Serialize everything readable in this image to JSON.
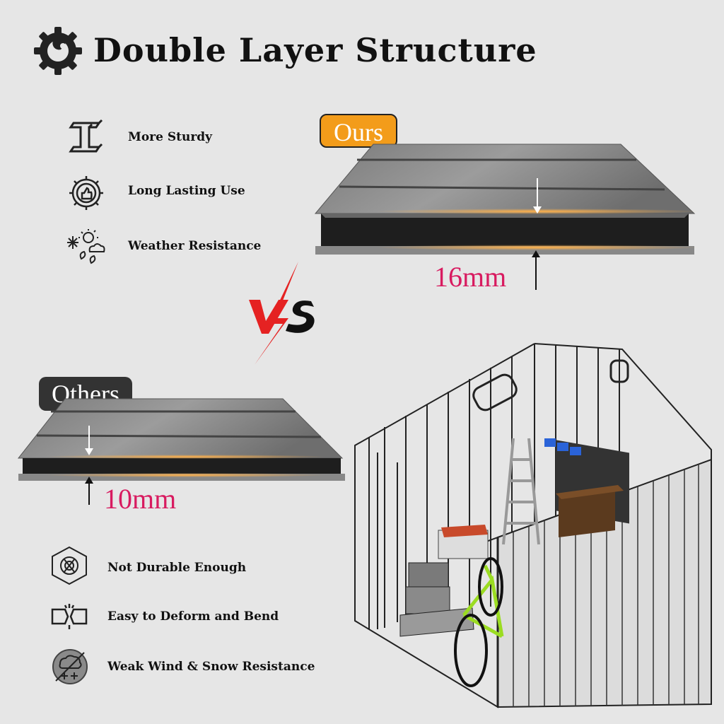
{
  "title": "Double Layer Structure",
  "ours": {
    "badge": "Ours",
    "thickness": "16mm",
    "features": [
      {
        "label": "More Sturdy",
        "icon": "steel-beam-icon"
      },
      {
        "label": "Long Lasting Use",
        "icon": "gear-thumbs-up-icon"
      },
      {
        "label": "Weather Resistance",
        "icon": "weather-icon"
      }
    ]
  },
  "others": {
    "badge": "Others",
    "thickness": "10mm",
    "features": [
      {
        "label": "Not Durable Enough",
        "icon": "broken-hexagon-icon"
      },
      {
        "label": "Easy to Deform and Bend",
        "icon": "bent-bar-icon"
      },
      {
        "label": "Weak Wind & Snow Resistance",
        "icon": "wind-snow-icon"
      }
    ]
  },
  "vs_label": "VS",
  "colors": {
    "accent": "#f39c1a",
    "thickness_text": "#d81b60",
    "vs_red": "#e52222"
  }
}
